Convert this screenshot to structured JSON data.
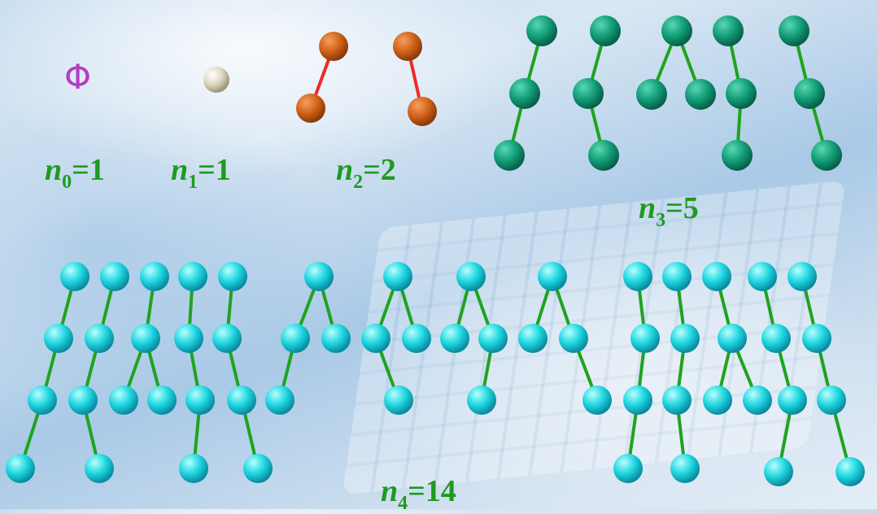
{
  "empty_symbol": "Φ",
  "labels": [
    {
      "var": "n",
      "sub": "0",
      "eq": "=1"
    },
    {
      "var": "n",
      "sub": "1",
      "eq": "=1"
    },
    {
      "var": "n",
      "sub": "2",
      "eq": "=2"
    },
    {
      "var": "n",
      "sub": "3",
      "eq": "=5"
    },
    {
      "var": "n",
      "sub": "4",
      "eq": "=14"
    }
  ],
  "colors": {
    "label": "#1f9a1f",
    "empty_symbol": "#b43cc4",
    "n1_node": "#ddd8c0",
    "n2_node": "#d2621a",
    "n2_edge": "#ee2a2a",
    "n3_node": "#139e78",
    "n4_node": "#1ed6e0",
    "tree_edge": "#1fa31f"
  }
}
